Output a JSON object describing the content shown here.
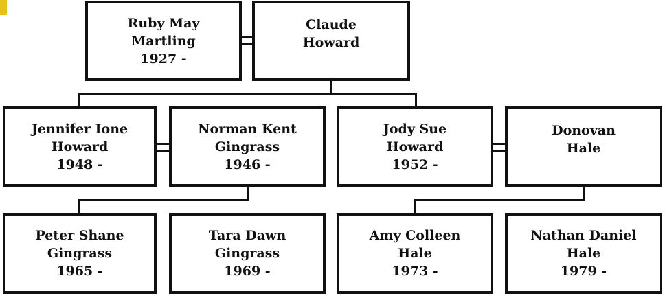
{
  "people": {
    "ruby": {
      "line1": "Ruby May",
      "line2": "Martling",
      "line3": "1927 -"
    },
    "claude": {
      "line1": "Claude",
      "line2": "Howard"
    },
    "jennifer": {
      "line1": "Jennifer Ione",
      "line2": "Howard",
      "line3": "1948 -"
    },
    "norman": {
      "line1": "Norman Kent",
      "line2": "Gingrass",
      "line3": "1946 -"
    },
    "jody": {
      "line1": "Jody Sue",
      "line2": "Howard",
      "line3": "1952 -"
    },
    "donovan": {
      "line1": "Donovan",
      "line2": "Hale"
    },
    "peter": {
      "line1": "Peter Shane",
      "line2": "Gingrass",
      "line3": "1965 -"
    },
    "tara": {
      "line1": "Tara Dawn",
      "line2": "Gingrass",
      "line3": "1969 -"
    },
    "amy": {
      "line1": "Amy Colleen",
      "line2": "Hale",
      "line3": "1973 -"
    },
    "nathan": {
      "line1": "Nathan Daniel",
      "line2": "Hale",
      "line3": "1979 -"
    }
  },
  "colors": {
    "line": "#111111",
    "background": "#ffffff",
    "corner_mark": "#e6c21a"
  }
}
